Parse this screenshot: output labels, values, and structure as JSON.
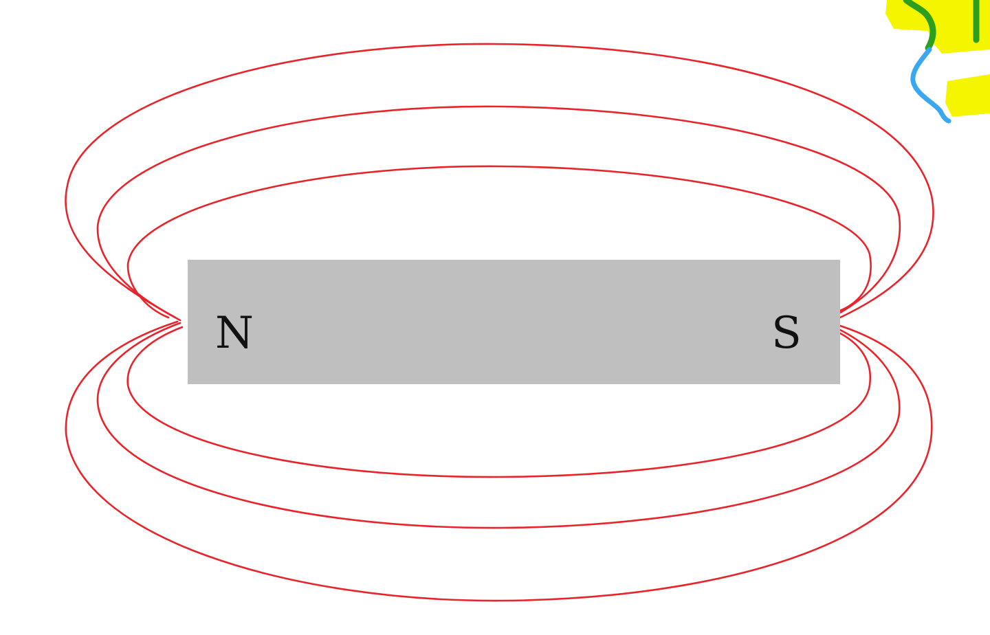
{
  "magnet": {
    "north_label": "N",
    "south_label": "S",
    "body_color": "#bfbfbf"
  },
  "field_lines": {
    "color": "#e8242a",
    "count_per_side": 3
  },
  "annotation_scribble": {
    "highlight_color": "#f5f500",
    "pen_colors": [
      "#2e9e1f",
      "#3aa8f0"
    ]
  }
}
